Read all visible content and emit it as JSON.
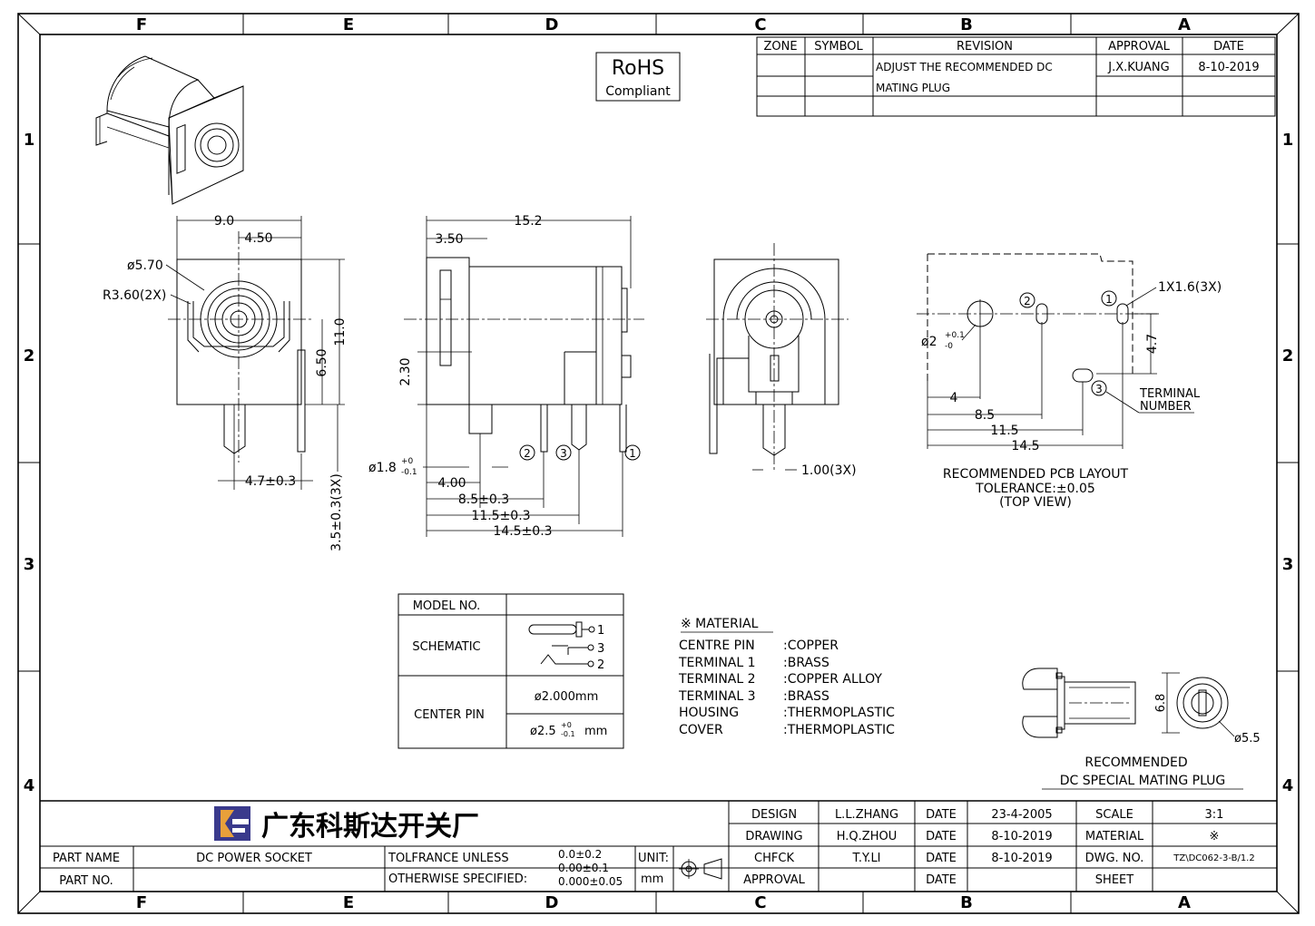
{
  "border": {
    "columns": [
      "F",
      "E",
      "D",
      "C",
      "B",
      "A"
    ],
    "rows": [
      "1",
      "2",
      "3",
      "4"
    ]
  },
  "rohs": {
    "line1": "RoHS",
    "line2": "Compliant"
  },
  "revision_table": {
    "headers": [
      "ZONE",
      "SYMBOL",
      "REVISION",
      "APPROVAL",
      "DATE"
    ],
    "revision_line1": "ADJUST THE RECOMMENDED DC",
    "revision_line2": "MATING PLUG",
    "approval": "J.X.KUANG",
    "date": "8-10-2019"
  },
  "front_view": {
    "width": "9.0",
    "half_width": "4.50",
    "dia": "ø5.70",
    "radius": "R3.60(2X)",
    "height": "11.0",
    "center_height": "6.50",
    "pin_offset": "4.7±0.3",
    "pin_length": "3.5±0.3(3X)"
  },
  "side_view": {
    "length": "15.2",
    "front_offset": "3.50",
    "height_2": "2.30",
    "pin_dia": "ø1.8",
    "pin_tol_plus": "+0",
    "pin_tol_minus": "-0.1",
    "dim_400": "4.00",
    "dim_85": "8.5±0.3",
    "dim_115": "11.5±0.3",
    "dim_145": "14.5±0.3",
    "pins": [
      "2",
      "3",
      "1"
    ]
  },
  "rear_view": {
    "pin_width": "1.00(3X)"
  },
  "pcb_layout": {
    "slot": "1X1.6(3X)",
    "hole_dia": "ø2",
    "hole_tol_plus": "+0.1",
    "hole_tol_minus": "-0",
    "dim_47": "4.7",
    "dim_4": "4",
    "dim_85": "8.5",
    "dim_115": "11.5",
    "dim_145": "14.5",
    "terminal_line1": "TERMINAL",
    "terminal_line2": "NUMBER",
    "pins": [
      "1",
      "2",
      "3"
    ],
    "caption1": "RECOMMENDED PCB LAYOUT",
    "caption2": "TOLERANCE:±0.05",
    "caption3": "(TOP VIEW)"
  },
  "model_table": {
    "model_no": "MODEL NO.",
    "schematic": "SCHEMATIC",
    "center_pin": "CENTER PIN",
    "pin_a": "ø2.000mm",
    "pin_b_value": "ø2.5",
    "pin_b_plus": "+0",
    "pin_b_minus": "-0.1",
    "pin_b_unit": "mm",
    "schematic_pins": [
      "1",
      "3",
      "2"
    ]
  },
  "material": {
    "title": "※ MATERIAL",
    "items": [
      {
        "part": "CENTRE PIN",
        "mat": ":COPPER"
      },
      {
        "part": "TERMINAL 1",
        "mat": ":BRASS"
      },
      {
        "part": "TERMINAL 2",
        "mat": ":COPPER ALLOY"
      },
      {
        "part": "TERMINAL 3",
        "mat": ":BRASS"
      },
      {
        "part": "HOUSING",
        "mat": ":THERMOPLASTIC"
      },
      {
        "part": "COVER",
        "mat": ":THERMOPLASTIC"
      }
    ]
  },
  "mating_plug": {
    "dim_h": "6.8",
    "dim_d": "ø5.5",
    "caption1": "RECOMMENDED",
    "caption2": "DC SPECIAL MATING PLUG"
  },
  "title_block": {
    "company": "广东科斯达开关厂",
    "part_name_label": "PART NAME",
    "part_name": "DC POWER SOCKET",
    "part_no_label": "PART NO.",
    "tol_line1": "TOLFRANCE UNLESS",
    "tol_line2": "OTHERWISE SPECIFIED:",
    "tol_v1": "0.0±0.2",
    "tol_v2": "0.00±0.1",
    "tol_v3": "0.000±0.05",
    "unit_label": "UNIT:",
    "unit": "mm",
    "design_label": "DESIGN",
    "design": "L.L.ZHANG",
    "drawing_label": "DRAWING",
    "drawing": "H.Q.ZHOU",
    "check_label": "CHFCK",
    "check": "T.Y.LI",
    "approval_label": "APPROVAL",
    "date_label": "DATE",
    "date1": "23-4-2005",
    "date2": "8-10-2019",
    "date3": "8-10-2019",
    "scale_label": "SCALE",
    "scale": "3:1",
    "material_label": "MATERIAL",
    "material": "※",
    "dwg_label": "DWG. NO.",
    "dwg": "TZ\\DC062-3-B/1.2",
    "sheet_label": "SHEET"
  }
}
